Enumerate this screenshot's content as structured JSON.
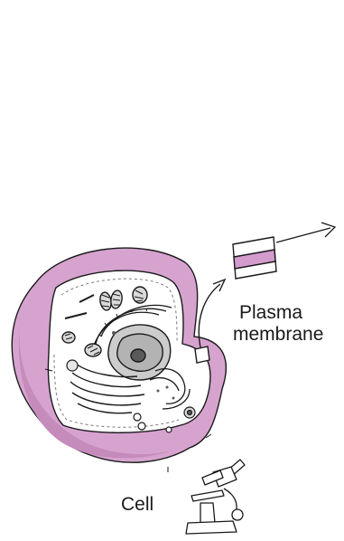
{
  "labels": {
    "plasma_membrane_line1": "Plasma",
    "plasma_membrane_line2": "membrane",
    "cell": "Cell"
  },
  "icons": [
    "cell-cutaway-illustration",
    "membrane-section-icon",
    "arrow-icon",
    "microscope-icon"
  ],
  "colors": {
    "membrane": "#d6a3cf",
    "membrane_dark": "#c48bbb",
    "membrane_band": "#d39ccd",
    "cytoplasm": "#ffffff",
    "organelle_gray": "#b3b3b3",
    "nucleolus": "#5a5a5a",
    "outline": "#1a1a1a"
  }
}
